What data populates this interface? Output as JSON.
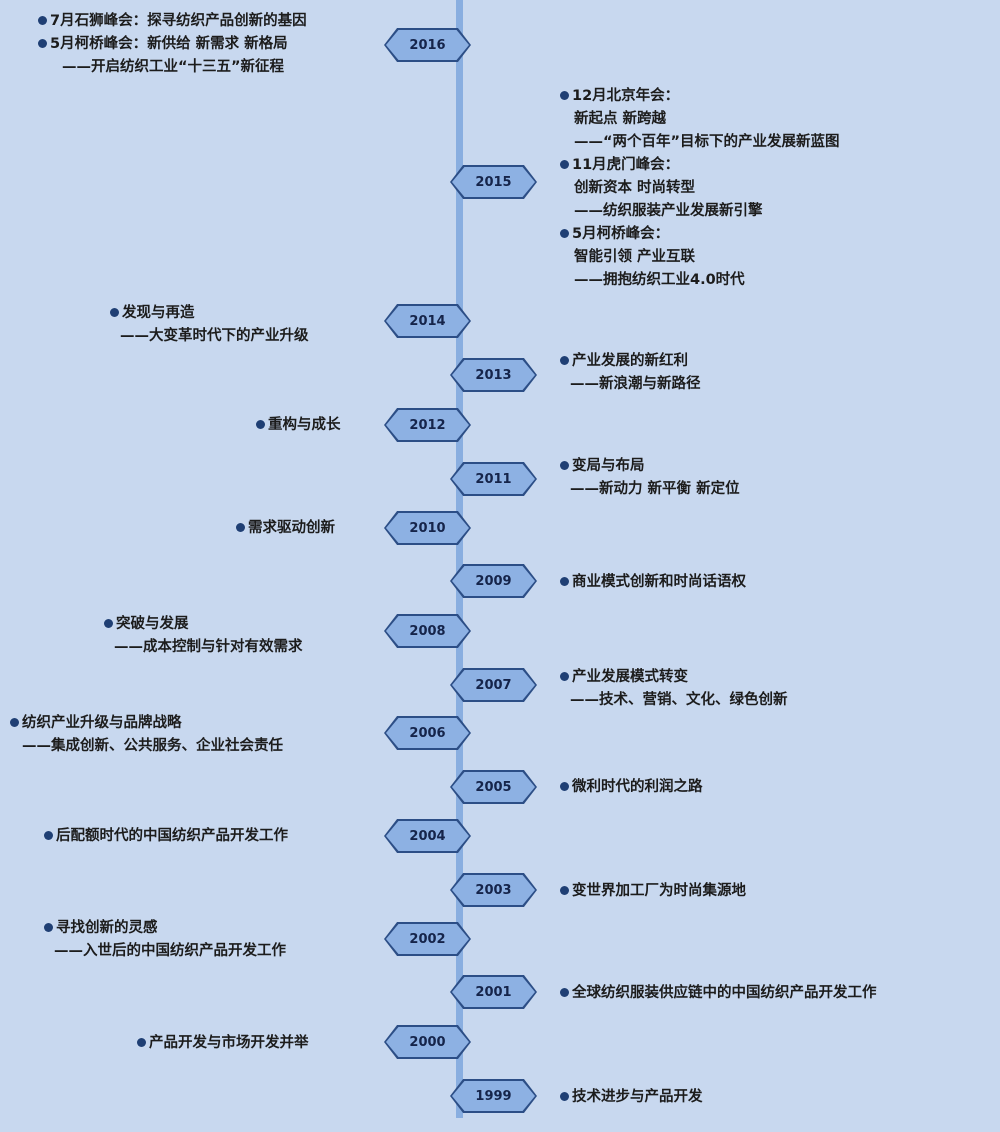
{
  "timeline": {
    "badges": [
      {
        "year": "2016"
      },
      {
        "year": "2015"
      },
      {
        "year": "2014"
      },
      {
        "year": "2013"
      },
      {
        "year": "2012"
      },
      {
        "year": "2011"
      },
      {
        "year": "2010"
      },
      {
        "year": "2009"
      },
      {
        "year": "2008"
      },
      {
        "year": "2007"
      },
      {
        "year": "2006"
      },
      {
        "year": "2005"
      },
      {
        "year": "2004"
      },
      {
        "year": "2003"
      },
      {
        "year": "2002"
      },
      {
        "year": "2001"
      },
      {
        "year": "2000"
      },
      {
        "year": "1999"
      }
    ],
    "entries": [
      {
        "lines": [
          "7月石狮峰会：探寻纺织产品创新的基因",
          "5月柯桥峰会：新供给 新需求 新格局",
          "——开启纺织工业“十三五”新征程"
        ]
      },
      {
        "lines": [
          "12月北京年会：",
          "新起点 新跨越",
          "——“两个百年”目标下的产业发展新蓝图",
          "11月虎门峰会：",
          "创新资本 时尚转型",
          "——纺织服装产业发展新引擎",
          "5月柯桥峰会：",
          "智能引领 产业互联",
          "——拥抱纺织工业4.0时代"
        ]
      },
      {
        "lines": [
          "发现与再造",
          "——大变革时代下的产业升级"
        ]
      },
      {
        "lines": [
          "产业发展的新红利",
          "——新浪潮与新路径"
        ]
      },
      {
        "lines": [
          "重构与成长"
        ]
      },
      {
        "lines": [
          "变局与布局",
          "——新动力 新平衡 新定位"
        ]
      },
      {
        "lines": [
          "需求驱动创新"
        ]
      },
      {
        "lines": [
          "商业模式创新和时尚话语权"
        ]
      },
      {
        "lines": [
          "突破与发展",
          "——成本控制与针对有效需求"
        ]
      },
      {
        "lines": [
          "产业发展模式转变",
          "——技术、营销、文化、绿色创新"
        ]
      },
      {
        "lines": [
          "纺织产业升级与品牌战略",
          "——集成创新、公共服务、企业社会责任"
        ]
      },
      {
        "lines": [
          "微利时代的利润之路"
        ]
      },
      {
        "lines": [
          "后配额时代的中国纺织产品开发工作"
        ]
      },
      {
        "lines": [
          "变世界加工厂为时尚集源地"
        ]
      },
      {
        "lines": [
          "寻找创新的灵感",
          "——入世后的中国纺织产品开发工作"
        ]
      },
      {
        "lines": [
          "全球纺织服装供应链中的中国纺织产品开发工作"
        ]
      },
      {
        "lines": [
          "产品开发与市场开发并举"
        ]
      },
      {
        "lines": [
          "技术进步与产品开发"
        ]
      }
    ]
  }
}
